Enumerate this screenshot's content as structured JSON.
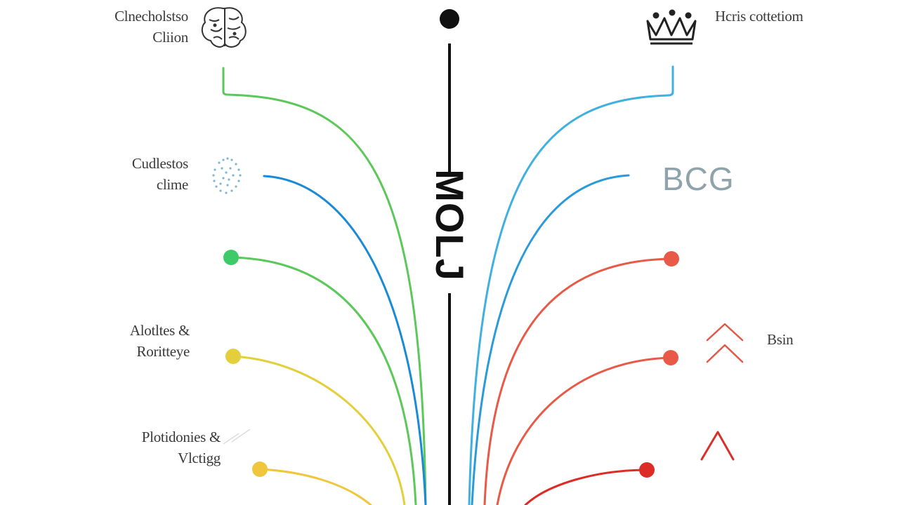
{
  "center": {
    "word": "MOLJ"
  },
  "labels": {
    "top_left": {
      "line1": "Clnecholstso",
      "line2": "Cliion"
    },
    "top_right": {
      "line1": "Hcris cottetiom"
    },
    "mid_left": {
      "line1": "Cudlestos",
      "line2": "clime"
    },
    "mid_right": {
      "text": "BCG"
    },
    "lower_left": {
      "line1": "Alotltes &",
      "line2": "Roritteye"
    },
    "lower_right": {
      "line1": "Bsin"
    },
    "bottom_left": {
      "line1": "Plotidonies &",
      "line2": "Vlctigg"
    }
  },
  "icons": {
    "top_left": "brain-icon",
    "top_right": "crown-icon",
    "mid_left": "dotted-brain-icon",
    "lower_right": "double-chevron-up-icon",
    "bottom_right": "chevron-up-icon"
  },
  "colors": {
    "green": "#5cc85a",
    "blue": "#1a8ad6",
    "light_blue": "#3fb0e0",
    "yellow": "#e8d13a",
    "orange_yellow": "#f0c63c",
    "red": "#e85a47",
    "dark_red": "#dd2b25",
    "black": "#111111"
  }
}
